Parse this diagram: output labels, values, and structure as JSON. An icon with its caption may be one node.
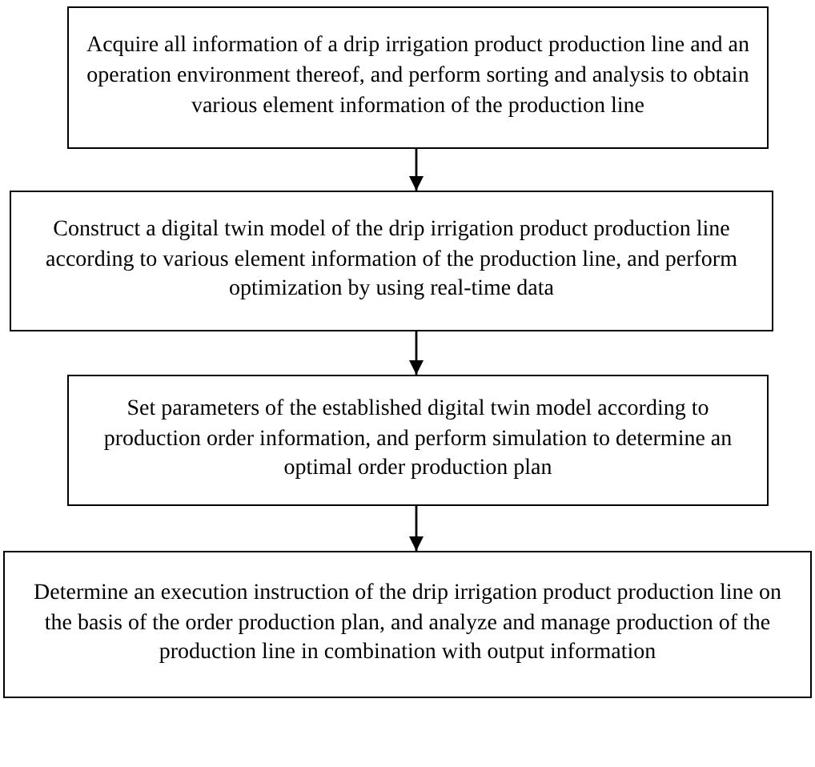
{
  "diagram": {
    "nodes": [
      {
        "text": [
          "Acquire all information of a drip irrigation product production line and an operation environment thereof, and perform sorting and analysis to obtain various element information of the production line"
        ]
      },
      {
        "text": [
          "Construct a digital twin model of the drip irrigation product production line according to various element information of the production line, and perform optimization by using real-time data"
        ]
      },
      {
        "text": [
          "Set parameters of the established digital twin model according to production order information, and perform simulation to determine an optimal order production plan"
        ]
      },
      {
        "text": [
          "Determine an execution instruction of the drip irrigation product production line on the basis of the order production plan, and analyze and manage production of the production line in combination with output information"
        ]
      }
    ],
    "edges": [
      {
        "from": 0,
        "to": 1,
        "arrow": "to"
      },
      {
        "from": 1,
        "to": 2,
        "arrow": "to"
      },
      {
        "from": 2,
        "to": 3,
        "arrow": "to"
      }
    ]
  }
}
